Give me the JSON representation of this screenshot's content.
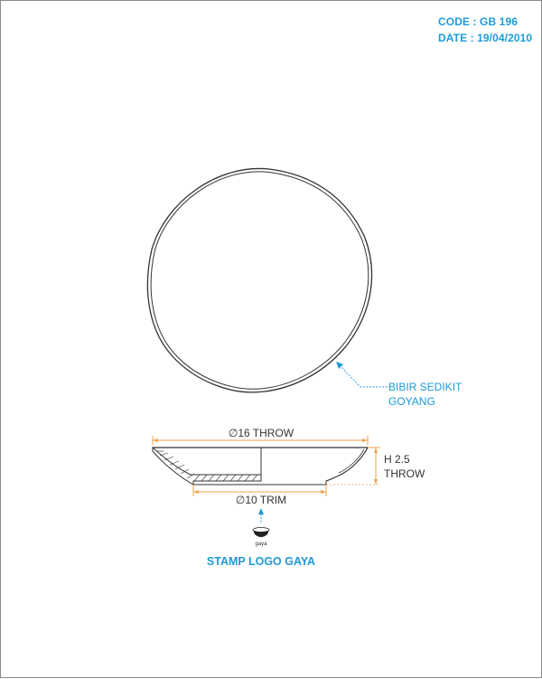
{
  "header": {
    "code": "CODE : GB 196",
    "date": "DATE : 19/04/2010"
  },
  "annotations": {
    "rim_note_line1": "BIBIR SEDIKIT",
    "rim_note_line2": "GOYANG",
    "top_diameter": "∅16 THROW",
    "height_line1": "H 2.5",
    "height_line2": "THROW",
    "foot_diameter": "∅10 TRIM",
    "stamp_label": "STAMP LOGO GAYA",
    "logo_mark_text": "gaya"
  },
  "colors": {
    "accent": "#1e9ad6",
    "dimension": "#f0a04b",
    "outline": "#333333",
    "border": "#8a8a8a"
  }
}
